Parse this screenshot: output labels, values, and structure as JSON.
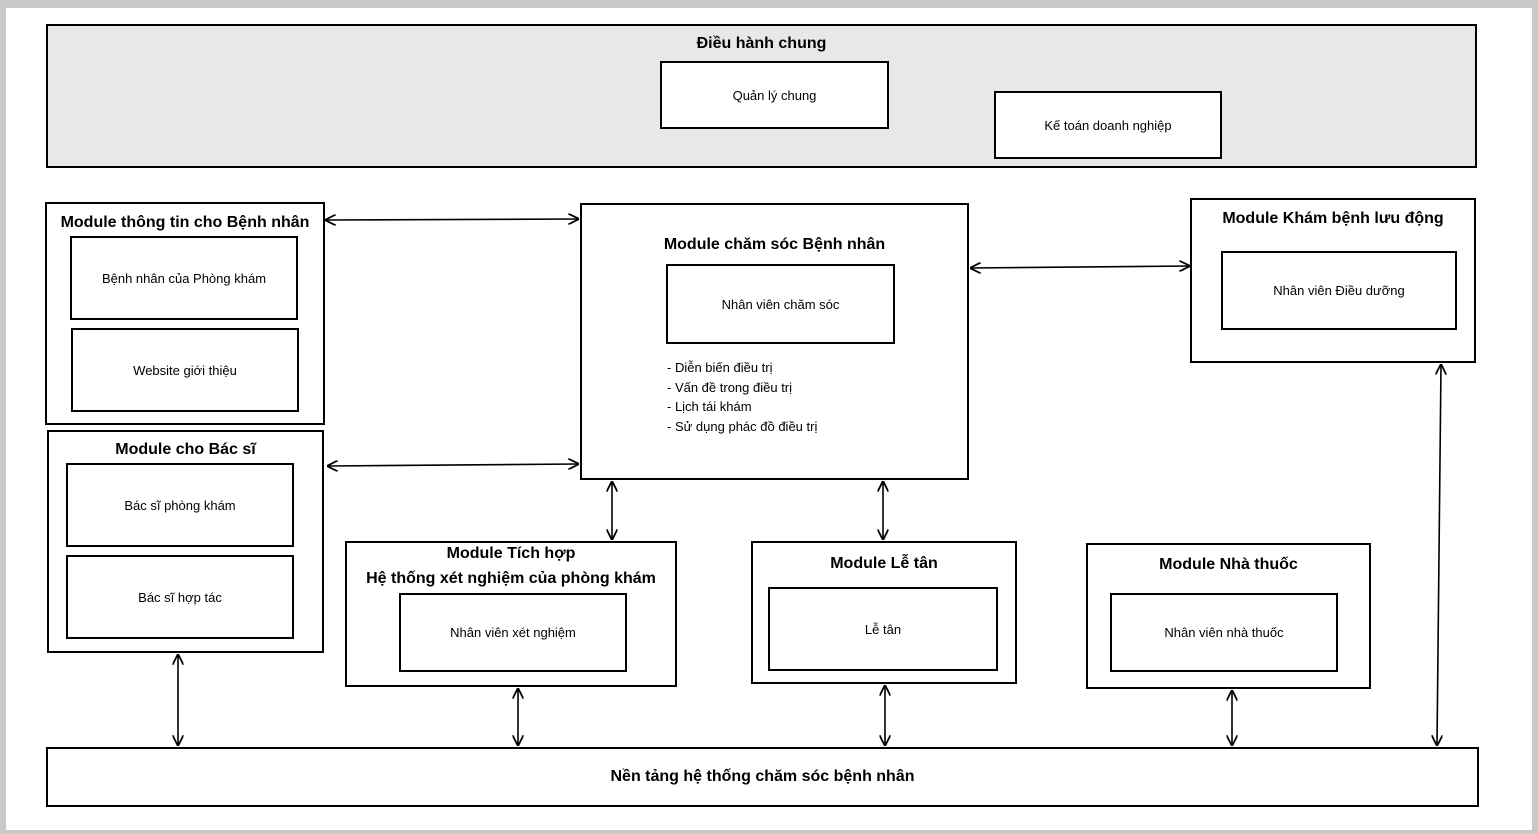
{
  "top": {
    "title": "Điều hành chung",
    "items": [
      "Quản lý chung",
      "Kế toán doanh nghiệp"
    ]
  },
  "patient_info": {
    "title": "Module thông tin cho Bệnh nhân",
    "items": [
      "Bệnh nhân của Phòng khám",
      "Website giới thiệu"
    ]
  },
  "doctor": {
    "title": "Module cho Bác sĩ",
    "items": [
      "Bác sĩ phòng khám",
      "Bác sĩ hợp tác"
    ]
  },
  "care": {
    "title": "Module chăm sóc Bệnh nhân",
    "staff": "Nhân viên chăm sóc",
    "features": [
      "- Diễn biến điều trị",
      "- Vấn đề trong điều trị",
      "- Lịch tái khám",
      "- Sử dụng phác đồ điều trị"
    ]
  },
  "mobile": {
    "title": "Module Khám bệnh lưu động",
    "staff": "Nhân viên Điều dưỡng"
  },
  "lab": {
    "title_line1": "Module Tích hợp",
    "title_line2": "Hệ thống xét nghiệm của phòng khám",
    "staff": "Nhân viên xét nghiệm"
  },
  "reception": {
    "title": "Module Lễ tân",
    "staff": "Lễ tân"
  },
  "pharmacy": {
    "title": "Module Nhà thuốc",
    "staff": "Nhân viên nhà thuốc"
  },
  "platform": {
    "title": "Nền tảng hệ thống chăm sóc bệnh nhân"
  }
}
